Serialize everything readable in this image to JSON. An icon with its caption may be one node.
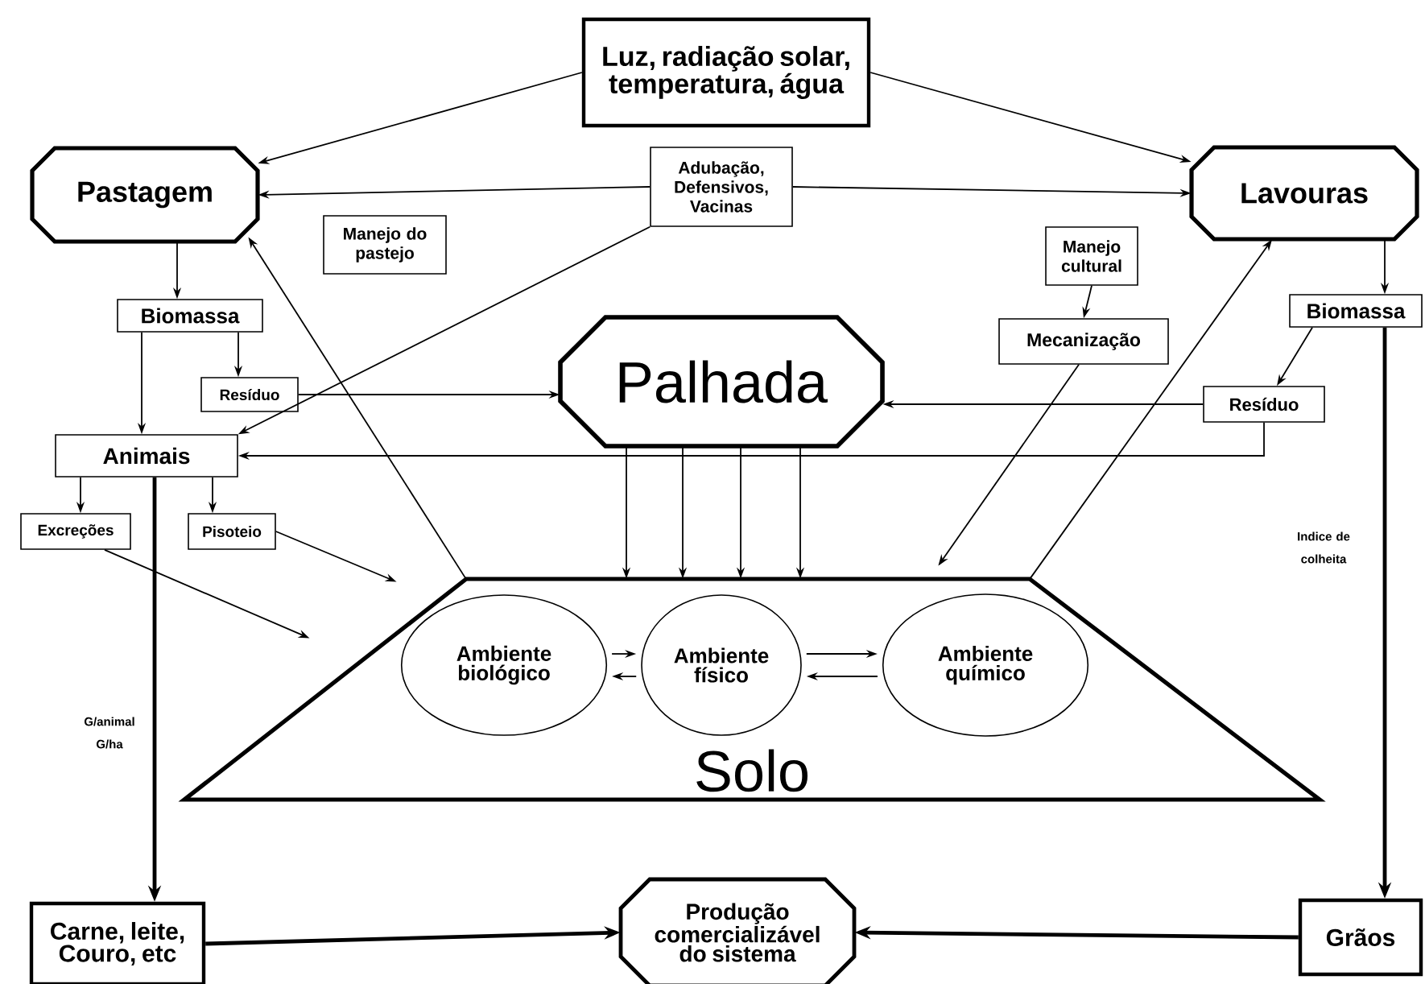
{
  "diagram": {
    "nodes": [
      {
        "text": [
          "Luz, radiação solar, temperatura, água"
        ]
      },
      {
        "text": [
          "Pastagem"
        ]
      },
      {
        "text": [
          "Adubação, Defensivos, Vacinas"
        ]
      },
      {
        "text": [
          "Lavouras"
        ]
      },
      {
        "text": [
          "Manejo do pastejo"
        ]
      },
      {
        "text": [
          "Manejo cultural"
        ]
      },
      {
        "text": [
          "Biomassa"
        ]
      },
      {
        "text": [
          "Biomassa"
        ]
      },
      {
        "text": [
          "Mecanização"
        ]
      },
      {
        "text": [
          "Resíduo"
        ]
      },
      {
        "text": [
          "Palhada"
        ]
      },
      {
        "text": [
          "Resíduo"
        ]
      },
      {
        "text": [
          "Animais"
        ]
      },
      {
        "text": [
          "Excreções"
        ]
      },
      {
        "text": [
          "Pisoteio"
        ]
      },
      {
        "text": [
          "Solo"
        ]
      },
      {
        "text": [
          "Ambiente biológico"
        ],
        "in": 15
      },
      {
        "text": [
          "Ambiente físico"
        ],
        "in": 15
      },
      {
        "text": [
          "Ambiente químico"
        ],
        "in": 15
      },
      {
        "text": [
          "Carne, leite, Couro, etc"
        ]
      },
      {
        "text": [
          "Produção comercializável do sistema"
        ]
      },
      {
        "text": [
          "Grãos"
        ]
      }
    ],
    "edges": [
      {
        "from": 0,
        "to": 1,
        "arrow": "to"
      },
      {
        "from": 0,
        "to": 3,
        "arrow": "to"
      },
      {
        "from": 2,
        "to": 1,
        "arrow": "to"
      },
      {
        "from": 2,
        "to": 3,
        "arrow": "to"
      },
      {
        "from": 2,
        "to": 12,
        "arrow": "to"
      },
      {
        "from": 1,
        "to": 6,
        "arrow": "to"
      },
      {
        "from": 6,
        "to": 12,
        "arrow": "to"
      },
      {
        "from": 6,
        "to": 9,
        "arrow": "to"
      },
      {
        "from": 9,
        "to": 10,
        "arrow": "to"
      },
      {
        "from": 15,
        "to": 1,
        "arrow": "to"
      },
      {
        "from": 15,
        "to": 3,
        "arrow": "to"
      },
      {
        "from": 3,
        "to": 7,
        "arrow": "to"
      },
      {
        "from": 7,
        "to": 11,
        "arrow": "to"
      },
      {
        "from": 11,
        "to": 10,
        "arrow": "to"
      },
      {
        "from": 11,
        "to": 12,
        "arrow": "to"
      },
      {
        "from": 5,
        "to": 8,
        "arrow": "to"
      },
      {
        "from": 8,
        "to": 15,
        "arrow": "to"
      },
      {
        "from": 10,
        "to": 15,
        "arrow": "to"
      },
      {
        "from": 10,
        "to": 15,
        "arrow": "to"
      },
      {
        "from": 10,
        "to": 15,
        "arrow": "to"
      },
      {
        "from": 10,
        "to": 15,
        "arrow": "to"
      },
      {
        "from": 12,
        "to": 13,
        "arrow": "to"
      },
      {
        "from": 12,
        "to": 14,
        "arrow": "to"
      },
      {
        "from": 13,
        "to": 15,
        "arrow": "to"
      },
      {
        "from": 14,
        "to": 15,
        "arrow": "to"
      },
      {
        "from": 12,
        "to": 19,
        "arrow": "to",
        "style": "thick",
        "label": "G/animal G/ha"
      },
      {
        "from": 7,
        "to": 21,
        "arrow": "to",
        "style": "thick",
        "label": "Indice de colheita"
      },
      {
        "from": 19,
        "to": 20,
        "arrow": "to",
        "style": "thick"
      },
      {
        "from": 21,
        "to": 20,
        "arrow": "to",
        "style": "thick"
      },
      {
        "from": 16,
        "to": 17,
        "arrow": "to"
      },
      {
        "from": 17,
        "to": 16,
        "arrow": "to"
      },
      {
        "from": 17,
        "to": 18,
        "arrow": "to"
      },
      {
        "from": 18,
        "to": 17,
        "arrow": "to"
      }
    ]
  }
}
